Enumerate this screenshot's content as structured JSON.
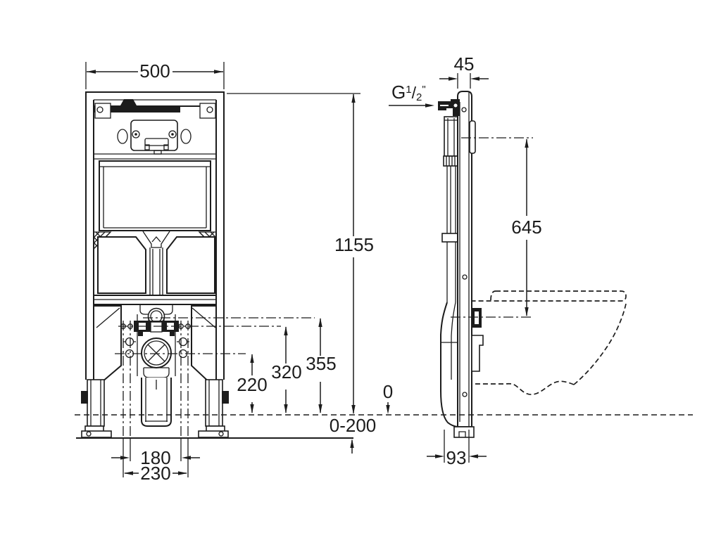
{
  "drawing": {
    "background": "#ffffff",
    "line_color": "#1c1c1c",
    "front_view": {
      "dim_width": "500",
      "dim_height": "1155",
      "dim_outlet_center": "220",
      "dim_fixing_mid": "320",
      "dim_fixing_top": "355",
      "dim_floor_zero": "0",
      "dim_floor_range": "0-200",
      "dim_bolts_inner": "180",
      "dim_bolts_outer": "230"
    },
    "side_view": {
      "dim_depth": "45",
      "dim_inlet_height": "645",
      "dim_foot_depth": "93",
      "inlet_thread": {
        "prefix": "G",
        "sup": "1",
        "slash": "/",
        "sub": "2",
        "unit": "\""
      }
    }
  }
}
